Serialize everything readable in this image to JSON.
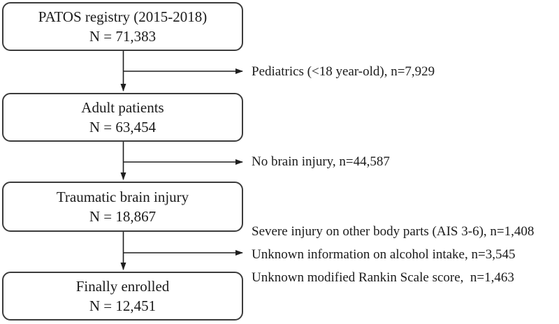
{
  "diagram": {
    "boxes": [
      {
        "title": "PATOS registry (2015-2018)",
        "count": "N = 71,383"
      },
      {
        "title": "Adult patients",
        "count": "N = 63,454"
      },
      {
        "title": "Traumatic brain injury",
        "count": "N = 18,867"
      },
      {
        "title": "Finally enrolled",
        "count": "N = 12,451"
      }
    ],
    "exclusions": [
      {
        "label": "Pediatrics (<18 year-old), n=7,929"
      },
      {
        "label": "No brain injury, n=44,587"
      },
      {
        "label": "Severe injury on other body parts (AIS 3-6), n=1,408"
      },
      {
        "label": "Unknown information on alcohol intake, n=3,545"
      },
      {
        "label": "Unknown modified Rankin Scale score,  n=1,463"
      }
    ],
    "colors": {
      "box_border": "#3c3c3c",
      "text": "#1b1b1b",
      "line": "#1f1f1f",
      "background": "#ffffff"
    }
  }
}
